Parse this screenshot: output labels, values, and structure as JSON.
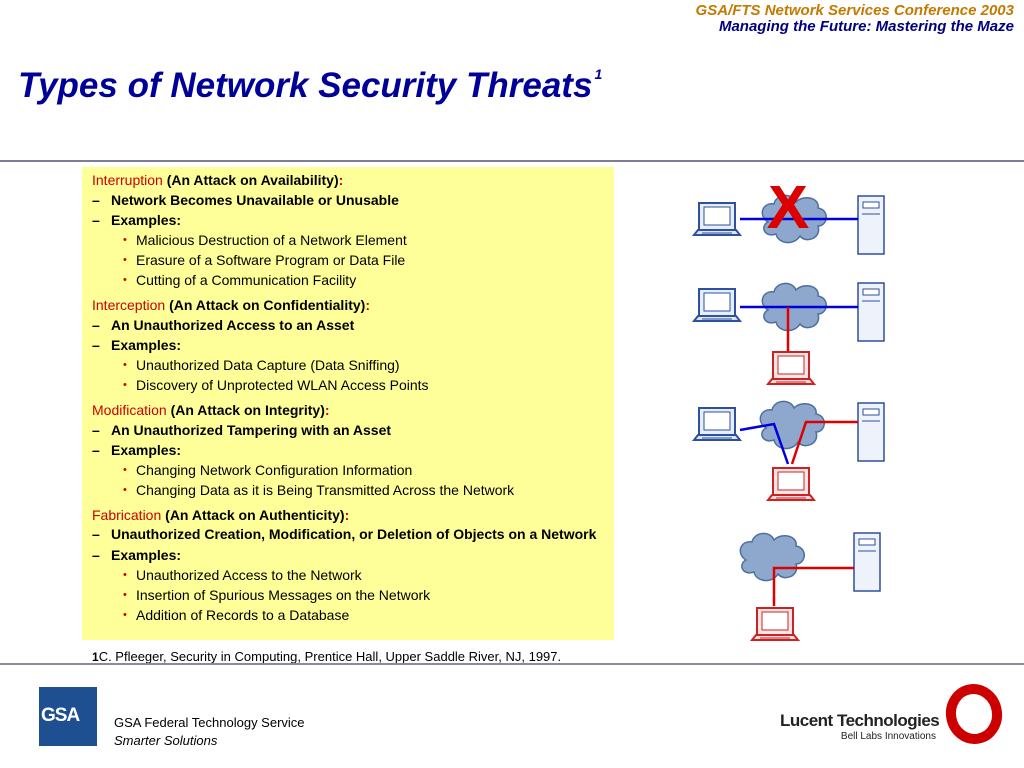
{
  "header": {
    "conference": "GSA/FTS Network Services Conference 2003",
    "tagline": "Managing the Future: Mastering the Maze"
  },
  "title": {
    "text": "Types of Network Security Threats",
    "superscript": "1"
  },
  "sections": [
    {
      "keyword": "Interruption",
      "subtitle": "(An Attack on Availability)",
      "colon": ":",
      "points": [
        "Network Becomes Unavailable or Unusable",
        "Examples:"
      ],
      "examples": [
        "Malicious Destruction of a Network Element",
        "Erasure of a Software Program or Data File",
        "Cutting of a Communication Facility"
      ]
    },
    {
      "keyword": "Interception",
      "subtitle": "(An Attack on Confidentiality)",
      "colon": ":",
      "points": [
        "An Unauthorized Access to an Asset",
        "Examples:"
      ],
      "examples": [
        "Unauthorized Data Capture (Data Sniffing)",
        "Discovery of Unprotected WLAN Access Points"
      ]
    },
    {
      "keyword": "Modification",
      "subtitle": "(An Attack on Integrity)",
      "colon": ":",
      "points": [
        "An Unauthorized Tampering with an Asset",
        "Examples:"
      ],
      "examples": [
        "Changing Network Configuration Information",
        "Changing Data as it is Being Transmitted Across the Network"
      ]
    },
    {
      "keyword": "Fabrication",
      "subtitle": "(An Attack on Authenticity)",
      "colon": ":",
      "points": [
        "Unauthorized Creation, Modification, or Deletion of Objects on a Network",
        "Examples:"
      ],
      "examples": [
        "Unauthorized Access to the Network",
        "Insertion of Spurious Messages on the Network",
        "Addition of Records to a Database"
      ]
    }
  ],
  "dash": "–",
  "bullet": "•",
  "footnote": {
    "mark": "1",
    "text": "C. Pfleeger, Security in Computing, Prentice Hall, Upper Saddle River, NJ, 1997."
  },
  "footer": {
    "gsa_logo_text": "GSA",
    "agency": "GSA Federal Technology Service",
    "slogan": "Smarter Solutions",
    "lucent_name": "Lucent Technologies",
    "lucent_sub": "Bell Labs Innovations"
  },
  "diagram": {
    "blocked_mark": "X",
    "icons": [
      "laptop-icon",
      "cloud-icon",
      "server-icon",
      "attacker-laptop-icon"
    ]
  },
  "colors": {
    "title": "#000099",
    "keyword": "#cc0000",
    "box_background": "#ffff99",
    "conference": "#c47a00",
    "legit_path": "#0000dd",
    "attack_path": "#dd0000",
    "cloud": "#8da8cc"
  }
}
